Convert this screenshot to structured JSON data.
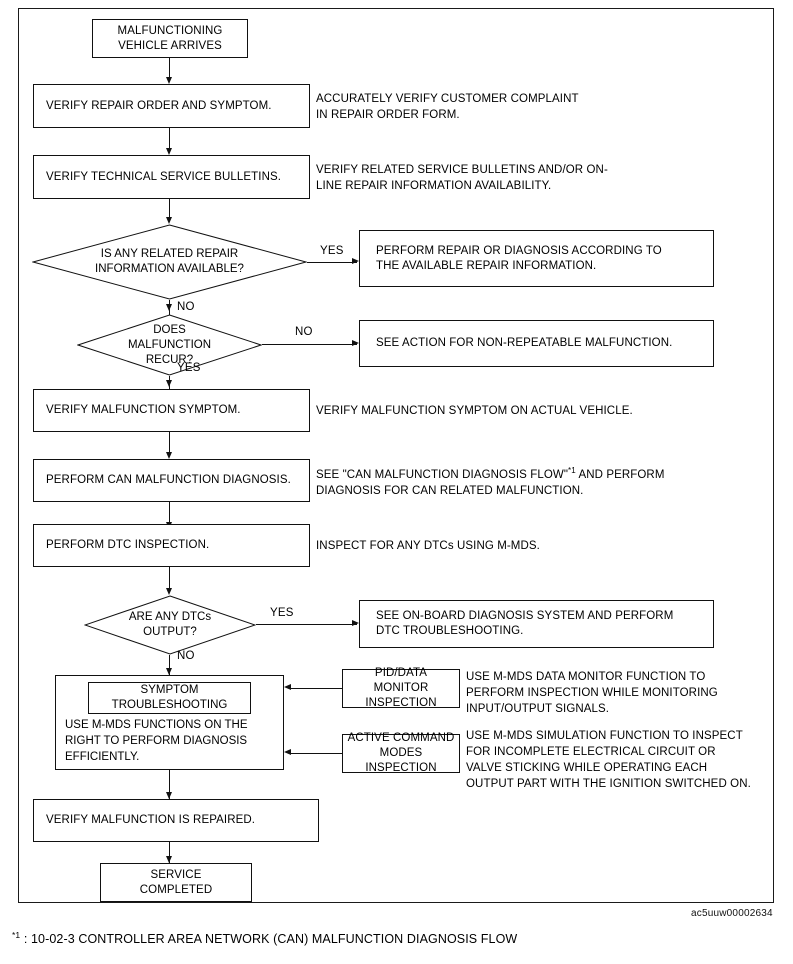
{
  "figure": {
    "code": "ac5uuw00002634",
    "footnote_marker": "*1",
    "footnote_text": ": 10-02-3 CONTROLLER AREA NETWORK (CAN) MALFUNCTION DIAGNOSIS FLOW"
  },
  "nodes": {
    "start": "MALFUNCTIONING\nVEHICLE ARRIVES",
    "verify_repair_order": "VERIFY REPAIR ORDER AND SYMPTOM.",
    "verify_tsb": "VERIFY TECHNICAL SERVICE BULLETINS.",
    "decision_info_available": "IS ANY RELATED REPAIR\nINFORMATION AVAILABLE?",
    "perform_repair": "PERFORM REPAIR OR DIAGNOSIS ACCORDING TO\nTHE AVAILABLE REPAIR INFORMATION.",
    "decision_recur": "DOES\nMALFUNCTION\nRECUR?",
    "non_repeatable": "SEE ACTION FOR NON-REPEATABLE MALFUNCTION.",
    "verify_symptom": "VERIFY MALFUNCTION SYMPTOM.",
    "perform_can": "PERFORM CAN MALFUNCTION DIAGNOSIS.",
    "perform_dtc": "PERFORM DTC INSPECTION.",
    "decision_dtcs": "ARE ANY DTCs\nOUTPUT?",
    "onboard_diagnosis": "SEE ON-BOARD DIAGNOSIS SYSTEM AND PERFORM\nDTC TROUBLESHOOTING.",
    "symptom_title": "SYMPTOM\nTROUBLESHOOTING",
    "symptom_body": "USE M-MDS FUNCTIONS ON THE\nRIGHT TO PERFORM DIAGNOSIS\nEFFICIENTLY.",
    "pid_data_monitor": "PID/DATA MONITOR\nINSPECTION",
    "active_command": "ACTIVE COMMAND\nMODES INSPECTION",
    "verify_repaired": "VERIFY MALFUNCTION IS REPAIRED.",
    "service_completed": "SERVICE\nCOMPLETED"
  },
  "notes": {
    "repair_order": "ACCURATELY VERIFY CUSTOMER COMPLAINT\nIN REPAIR ORDER FORM.",
    "tsb": "VERIFY RELATED SERVICE BULLETINS AND/OR ON-\nLINE REPAIR INFORMATION AVAILABILITY.",
    "verify_symptom": "VERIFY MALFUNCTION SYMPTOM ON ACTUAL VEHICLE.",
    "can_line1_a": "SEE \"CAN MALFUNCTION DIAGNOSIS FLOW\"",
    "can_line1_sup": "*1",
    "can_line1_b": " AND PERFORM",
    "can_line2": "DIAGNOSIS FOR CAN RELATED MALFUNCTION.",
    "dtc": "INSPECT FOR ANY DTCs USING M-MDS.",
    "pid_note": "USE M-MDS DATA MONITOR FUNCTION TO\nPERFORM INSPECTION WHILE MONITORING\nINPUT/OUTPUT SIGNALS.",
    "active_note": "USE M-MDS SIMULATION FUNCTION TO INSPECT\nFOR INCOMPLETE ELECTRICAL CIRCUIT OR\nVALVE STICKING WHILE OPERATING EACH\nOUTPUT PART WITH THE IGNITION SWITCHED ON."
  },
  "branches": {
    "info_yes": "YES",
    "info_no": "NO",
    "recur_no": "NO",
    "recur_yes": "YES",
    "dtc_yes": "YES",
    "dtc_no": "NO"
  }
}
